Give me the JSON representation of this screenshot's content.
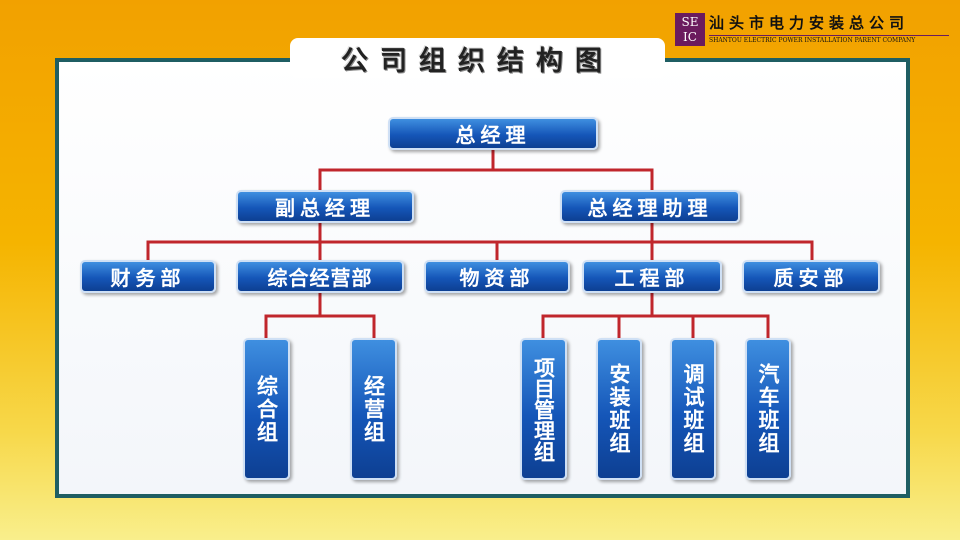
{
  "logo": {
    "abbr_top": "SE",
    "abbr_bottom": "IC",
    "company_cn": "汕头市电力安装总公司",
    "company_en": "SHANTOU ELECTRIC POWER INSTALLATION PARENT COMPANY"
  },
  "title": "公司组织结构图",
  "colors": {
    "box": "#1556b8",
    "line": "#c0262c",
    "border": "#1f5e63"
  },
  "org": {
    "ceo": "总经理",
    "deputy": "副总经理",
    "assistant": "总经理助理",
    "departments": [
      "财务部",
      "综合经营部",
      "物资部",
      "工程部",
      "质安部"
    ],
    "groups": [
      "综合组",
      "经营组",
      "项目管理组",
      "安装班组",
      "调试班组",
      "汽车班组"
    ]
  }
}
